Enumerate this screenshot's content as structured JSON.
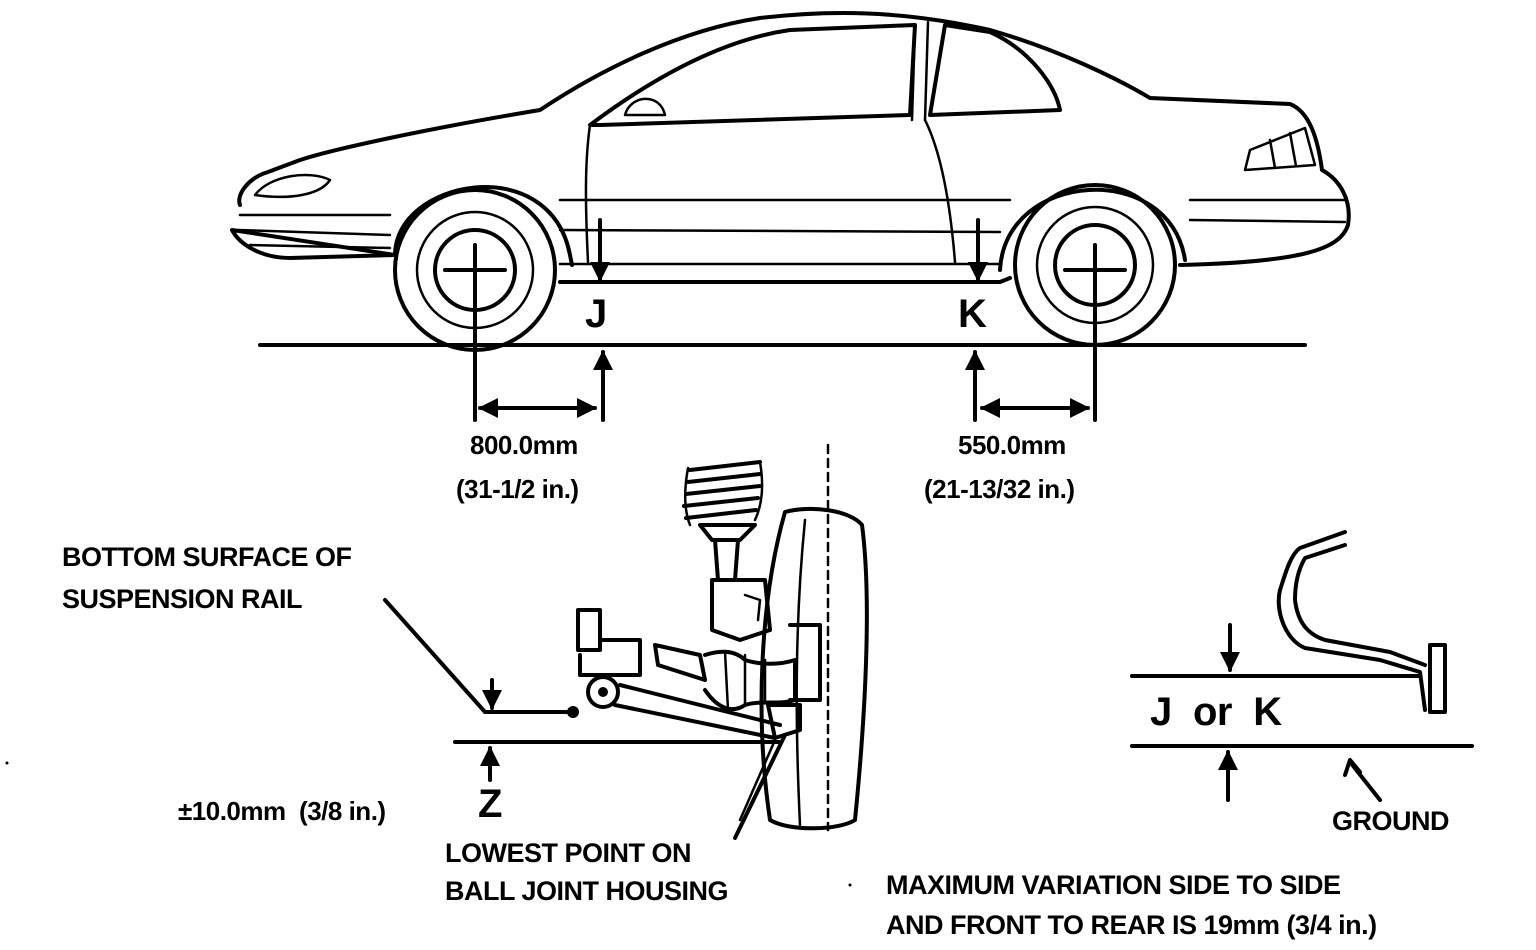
{
  "markers": {
    "j": "J",
    "k": "K",
    "z": "Z",
    "j_or_k": "J  or  K"
  },
  "dimensions": {
    "front_mm": "800.0mm",
    "front_in": "(31-1/2 in.)",
    "rear_mm": "550.0mm",
    "rear_in": "(21-13/32 in.)",
    "z_tolerance": "±10.0mm  (3/8 in.)"
  },
  "callouts": {
    "suspension_rail_line1": "BOTTOM SURFACE OF",
    "suspension_rail_line2": "SUSPENSION RAIL",
    "ball_joint_line1": "LOWEST POINT ON",
    "ball_joint_line2": "BALL JOINT HOUSING",
    "ground": "GROUND"
  },
  "note": {
    "line1": "MAXIMUM VARIATION SIDE TO SIDE",
    "line2": "AND FRONT TO REAR IS 19mm (3/4 in.)"
  }
}
